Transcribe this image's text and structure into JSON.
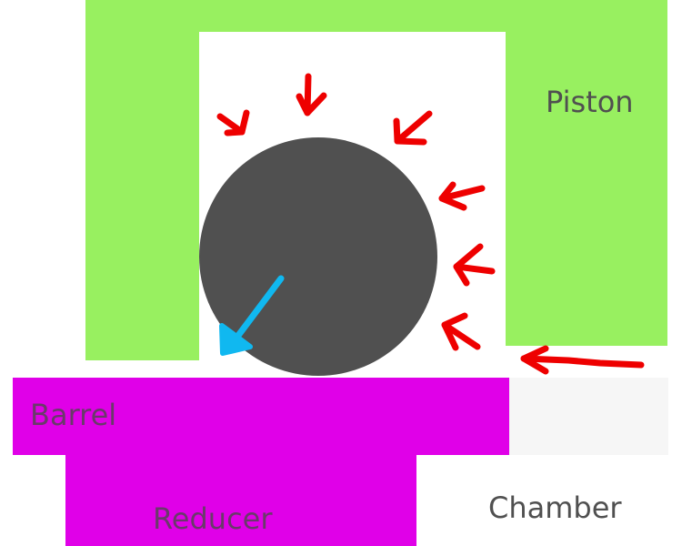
{
  "labels": {
    "piston": "Piston",
    "barrel": "Barrel",
    "reducer": "Reducer",
    "chamber": "Chamber"
  },
  "colors": {
    "piston": "#98f060",
    "barrel": "#e000e8",
    "ball": "#505050",
    "pressure_arrows": "#ee0000",
    "motion_arrow": "#10b8f0",
    "chamber_gap": "#f6f6f6",
    "label_text_dark": "#505050",
    "label_text_on_magenta": "#6a3a6a"
  },
  "arrows": {
    "pressure_count": 7,
    "motion_count": 1
  }
}
